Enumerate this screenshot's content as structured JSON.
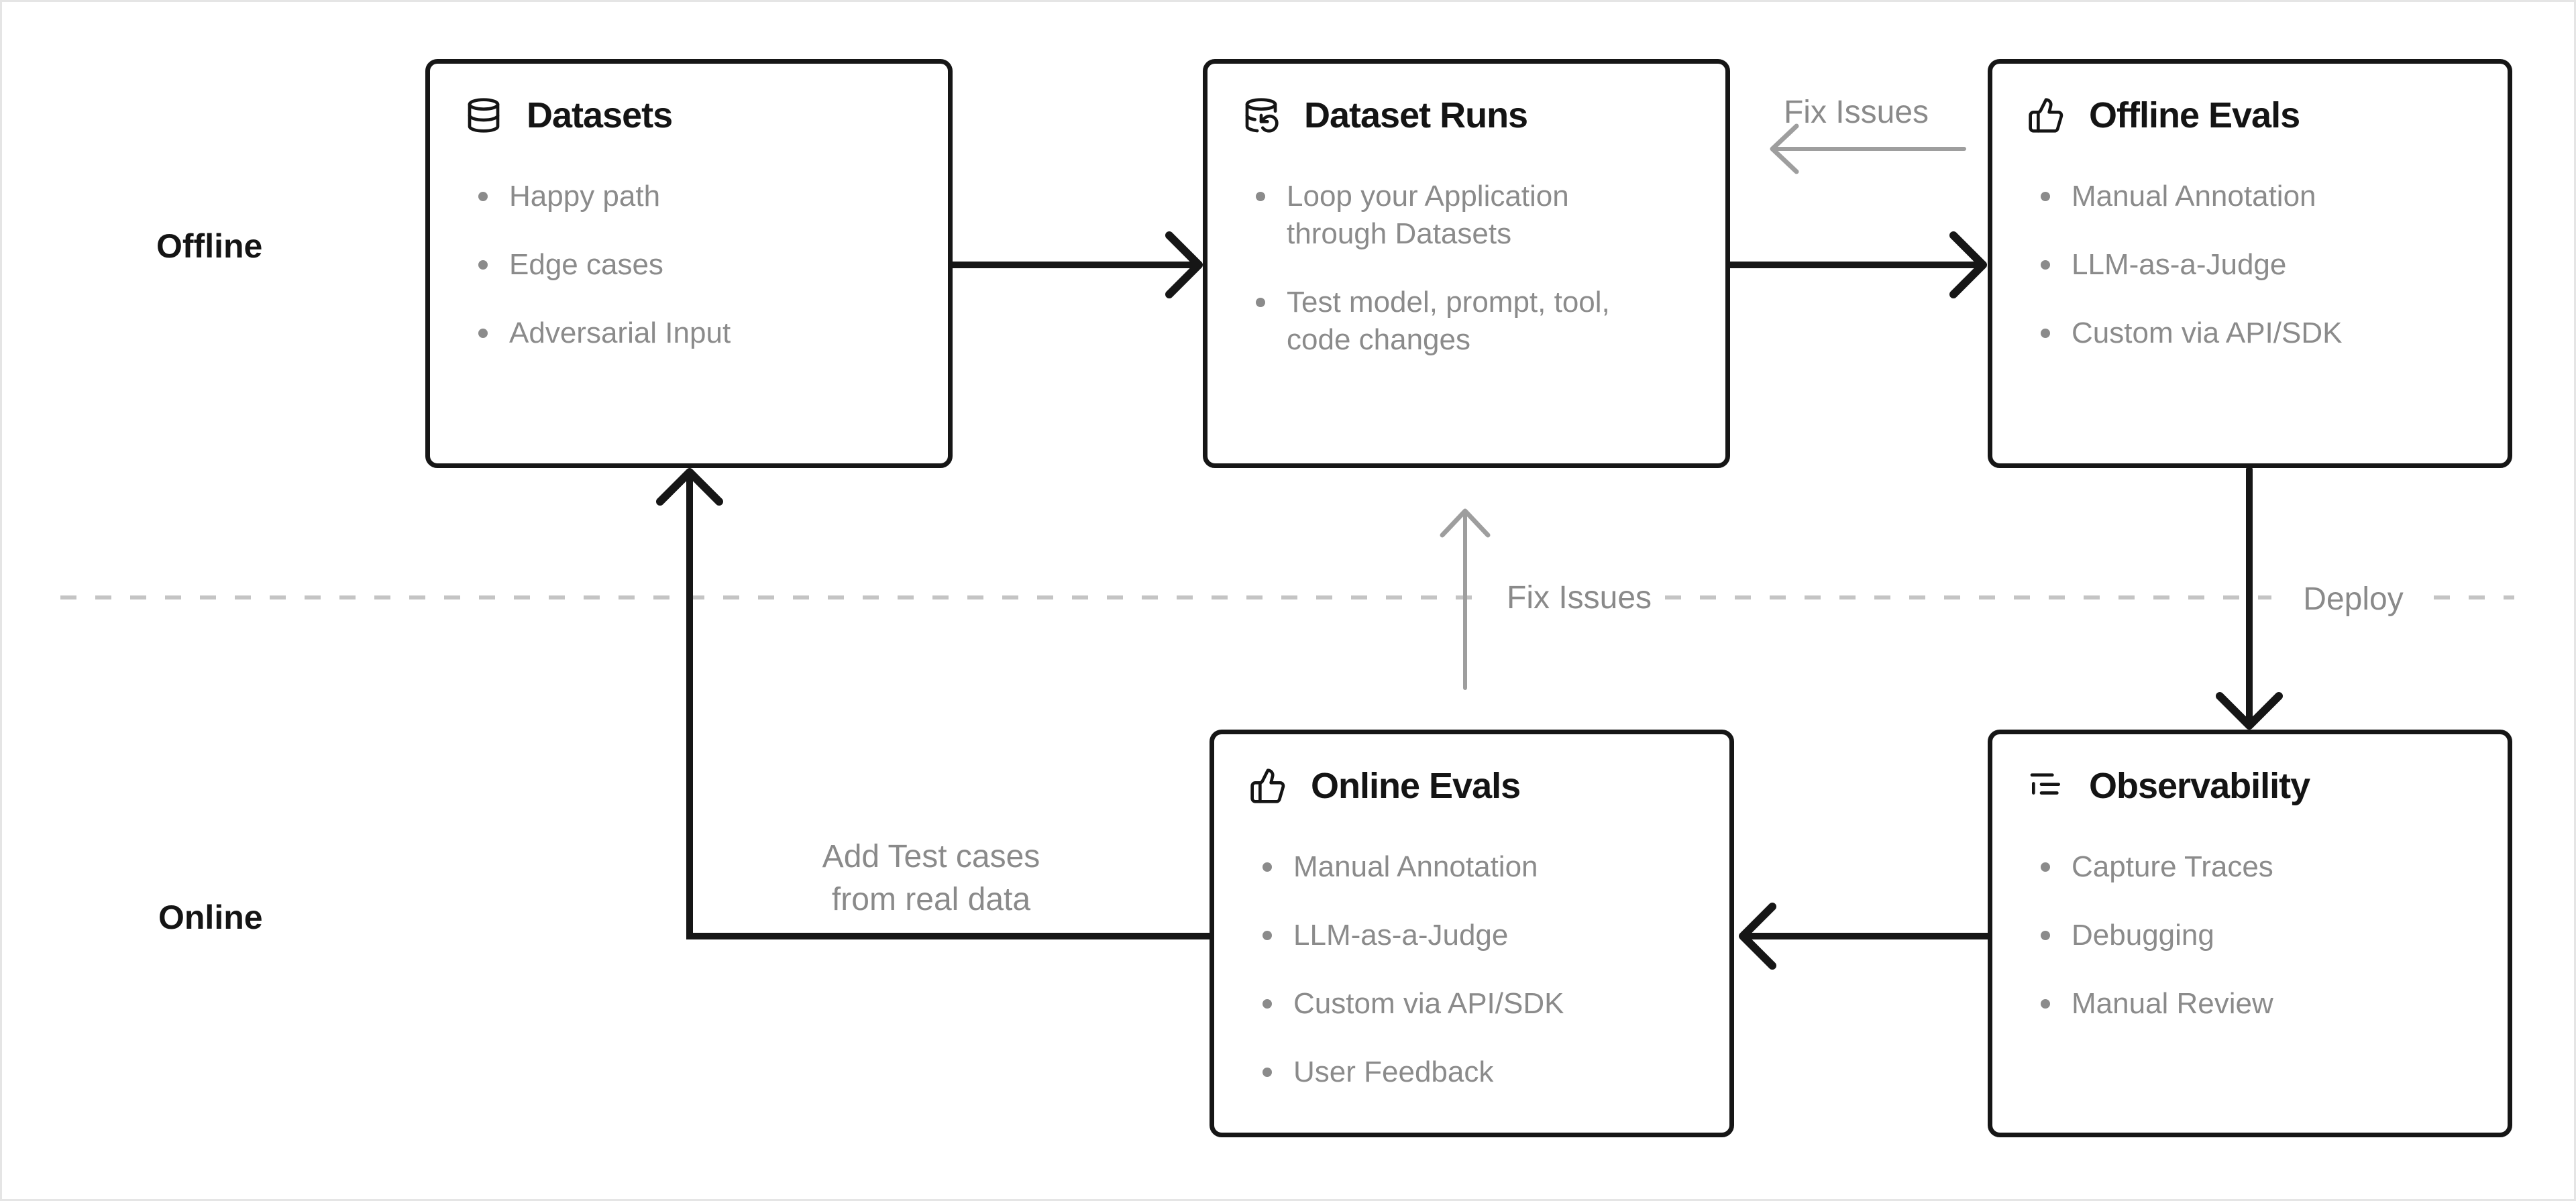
{
  "page": {
    "background": "#ffffff",
    "border_color": "#e5e5e5"
  },
  "lanes": {
    "offline_label": "Offline",
    "online_label": "Online"
  },
  "cards": [
    {
      "title": "Datasets",
      "icon": "database-icon",
      "bullets": [
        "Happy path",
        "Edge cases",
        "Adversarial Input"
      ]
    },
    {
      "title": "Dataset Runs",
      "icon": "database-refresh-icon",
      "bullets": [
        "Loop your Application\nthrough Datasets",
        "Test model, prompt, tool,\ncode changes"
      ]
    },
    {
      "title": "Offline Evals",
      "icon": "thumbs-up-icon",
      "bullets": [
        "Manual Annotation",
        "LLM-as-a-Judge",
        "Custom via API/SDK"
      ]
    },
    {
      "title": "Online Evals",
      "icon": "thumbs-up-icon",
      "bullets": [
        "Manual Annotation",
        "LLM-as-a-Judge",
        "Custom via API/SDK",
        "User Feedback"
      ]
    },
    {
      "title": "Observability",
      "icon": "list-tree-icon",
      "bullets": [
        "Capture Traces",
        "Debugging",
        "Manual Review"
      ]
    }
  ],
  "edge_labels": {
    "fix_issues_top": "Fix Issues",
    "fix_issues_middle": "Fix Issues",
    "deploy": "Deploy",
    "add_test_cases": "Add Test cases\nfrom real data"
  },
  "colors": {
    "card_border": "#161616",
    "title_text": "#141414",
    "bullet_text": "#8b8b8b",
    "black_arrow": "#161616",
    "gray_arrow": "#9e9e9e",
    "gray_label": "#8a8a8a",
    "dashed_divider": "#c4c4c4"
  }
}
